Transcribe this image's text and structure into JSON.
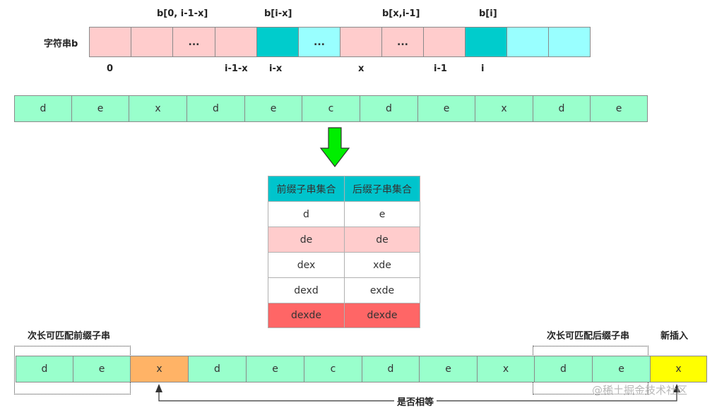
{
  "string_b": {
    "label": "字符串b",
    "header_labels": [
      "b[0, i-1-x]",
      "b[i-x]",
      "b[x,i-1]",
      "b[i]"
    ],
    "cells": [
      "",
      "",
      "...",
      "",
      "",
      "...",
      "",
      "...",
      "",
      "",
      ""
    ],
    "index_labels": [
      "0",
      "i-1-x",
      "i-x",
      "x",
      "i-1",
      "i"
    ]
  },
  "pattern_row": [
    "d",
    "e",
    "x",
    "d",
    "e",
    "c",
    "d",
    "e",
    "x",
    "d",
    "e"
  ],
  "table": {
    "headers": [
      "前缀子串集合",
      "后缀子串集合"
    ],
    "rows": [
      [
        "d",
        "e"
      ],
      [
        "de",
        "de"
      ],
      [
        "dex",
        "xde"
      ],
      [
        "dexd",
        "exde"
      ],
      [
        "dexde",
        "dexde"
      ]
    ]
  },
  "bottom": {
    "prefix_label": "次长可匹配前缀子串",
    "suffix_label": "次长可匹配后缀子串",
    "new_label": "新插入",
    "cells": [
      "d",
      "e",
      "x",
      "d",
      "e",
      "c",
      "d",
      "e",
      "x",
      "d",
      "e",
      "x"
    ],
    "compare_label": "是否相等"
  },
  "watermark": "@稀土掘金技术社区",
  "colors": {
    "pink": "#ffcccc",
    "teal": "#00cccc",
    "cyan": "#99ffff",
    "mint": "#99ffcc",
    "header_teal": "#00c4cc",
    "red_row": "#ff6666",
    "orange": "#ffb366",
    "yellow": "#ffff00",
    "arrow_green": "#00ee00"
  }
}
